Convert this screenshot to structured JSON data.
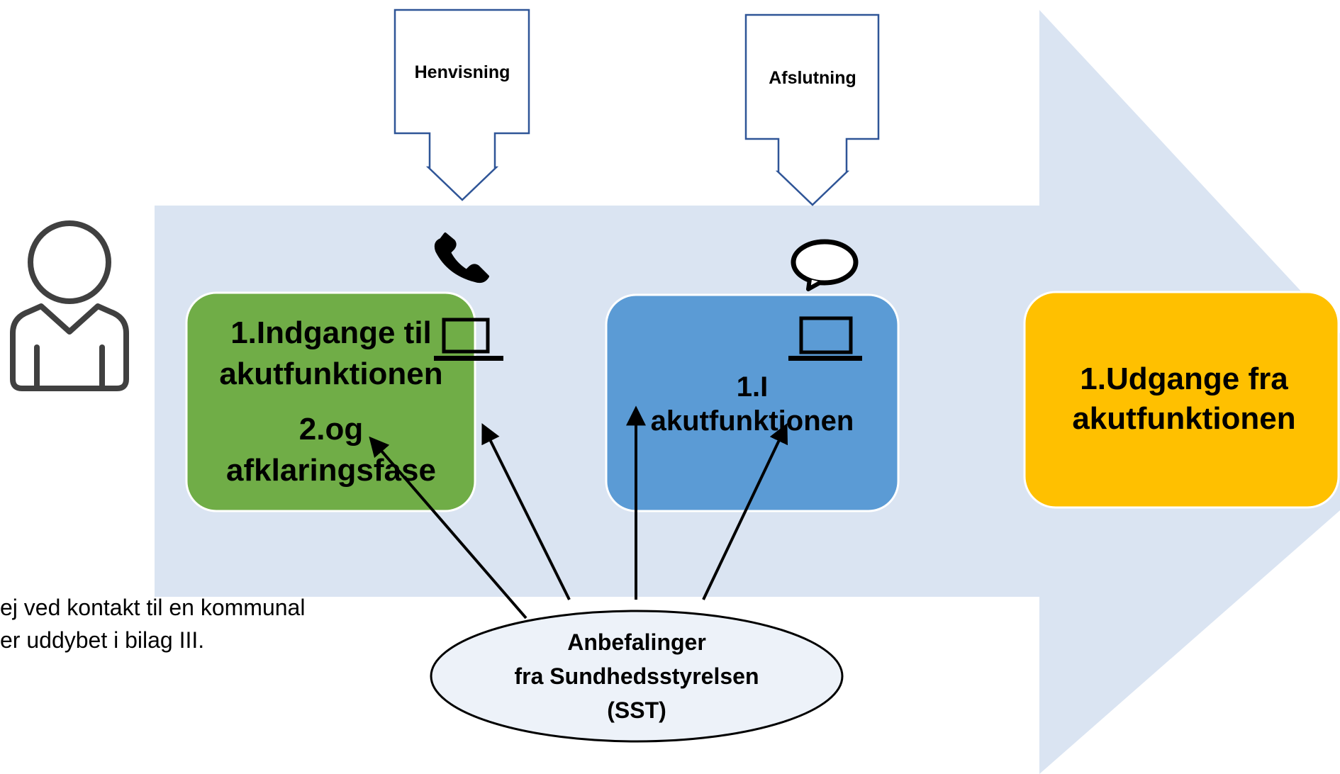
{
  "colors": {
    "band": "#dae4f2",
    "green_box": "#70ad47",
    "blue_box": "#5b9bd5",
    "yellow_box": "#ffc000",
    "callout_fill": "#ffffff",
    "callout_stroke": "#2f5597",
    "ellipse_fill": "#edf2f9"
  },
  "icons": [
    "person-icon",
    "phone-icon",
    "laptop-icon",
    "laptop-icon",
    "speech-bubble-icon"
  ],
  "callouts": {
    "referral": "Henvisning",
    "closing": "Afslutning"
  },
  "boxes": {
    "green_line1": "1.Indgange til",
    "green_line2": "akutfunktionen",
    "green_line3": "2.og",
    "green_line4": "afklaringsfase",
    "blue_line1": "1.I",
    "blue_line2": "akutfunktionen",
    "yellow_line1": "1.Udgange fra",
    "yellow_line2": "akutfunktionen"
  },
  "recommendations": {
    "line1": "Anbefalinger",
    "line2": "fra Sundhedsstyrelsen",
    "line3": "(SST)"
  },
  "background_text": {
    "line1": "ej ved kontakt til en kommunal",
    "line2": "er uddybet i bilag III."
  }
}
